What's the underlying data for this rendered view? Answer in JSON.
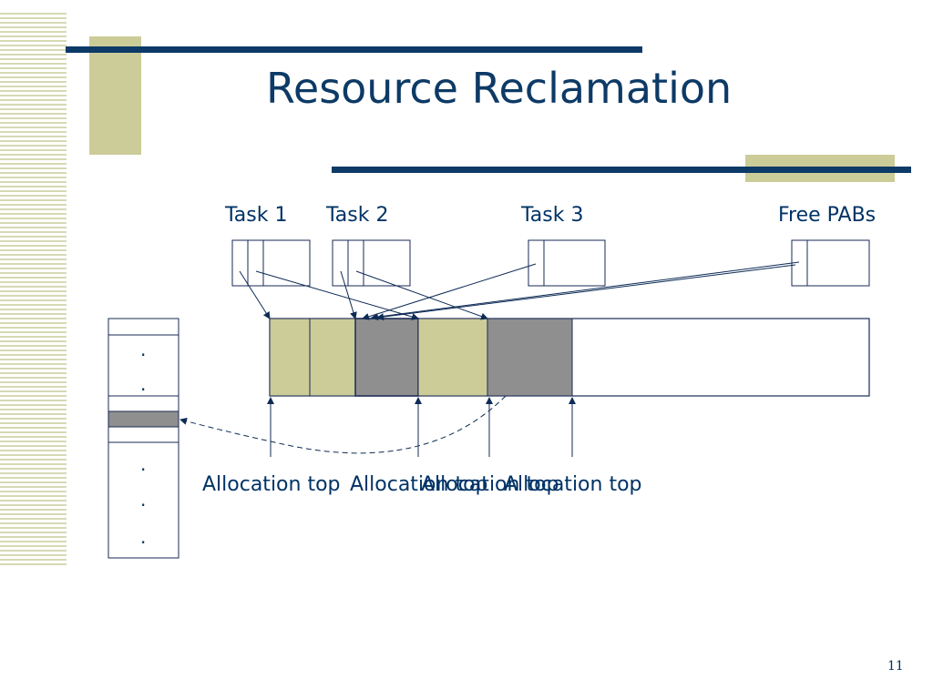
{
  "slide": {
    "title": "Resource Reclamation",
    "page_number": "11"
  },
  "tasks": [
    {
      "label": "Task 1"
    },
    {
      "label": "Task 2"
    },
    {
      "label": "Task 3"
    },
    {
      "label": "Free PABs"
    }
  ],
  "allocation_labels": [
    "Allocation top",
    "Allocation top",
    "Allocation top",
    "Allocation top"
  ],
  "memory_list": {
    "dots_top": [
      ".",
      "."
    ],
    "dots_bottom": [
      ".",
      ".",
      "."
    ]
  },
  "colors": {
    "title_blue": "#0d3a66",
    "text_blue": "#003366",
    "khaki": "#cccc99",
    "gray_block": "#8f8f8f"
  }
}
